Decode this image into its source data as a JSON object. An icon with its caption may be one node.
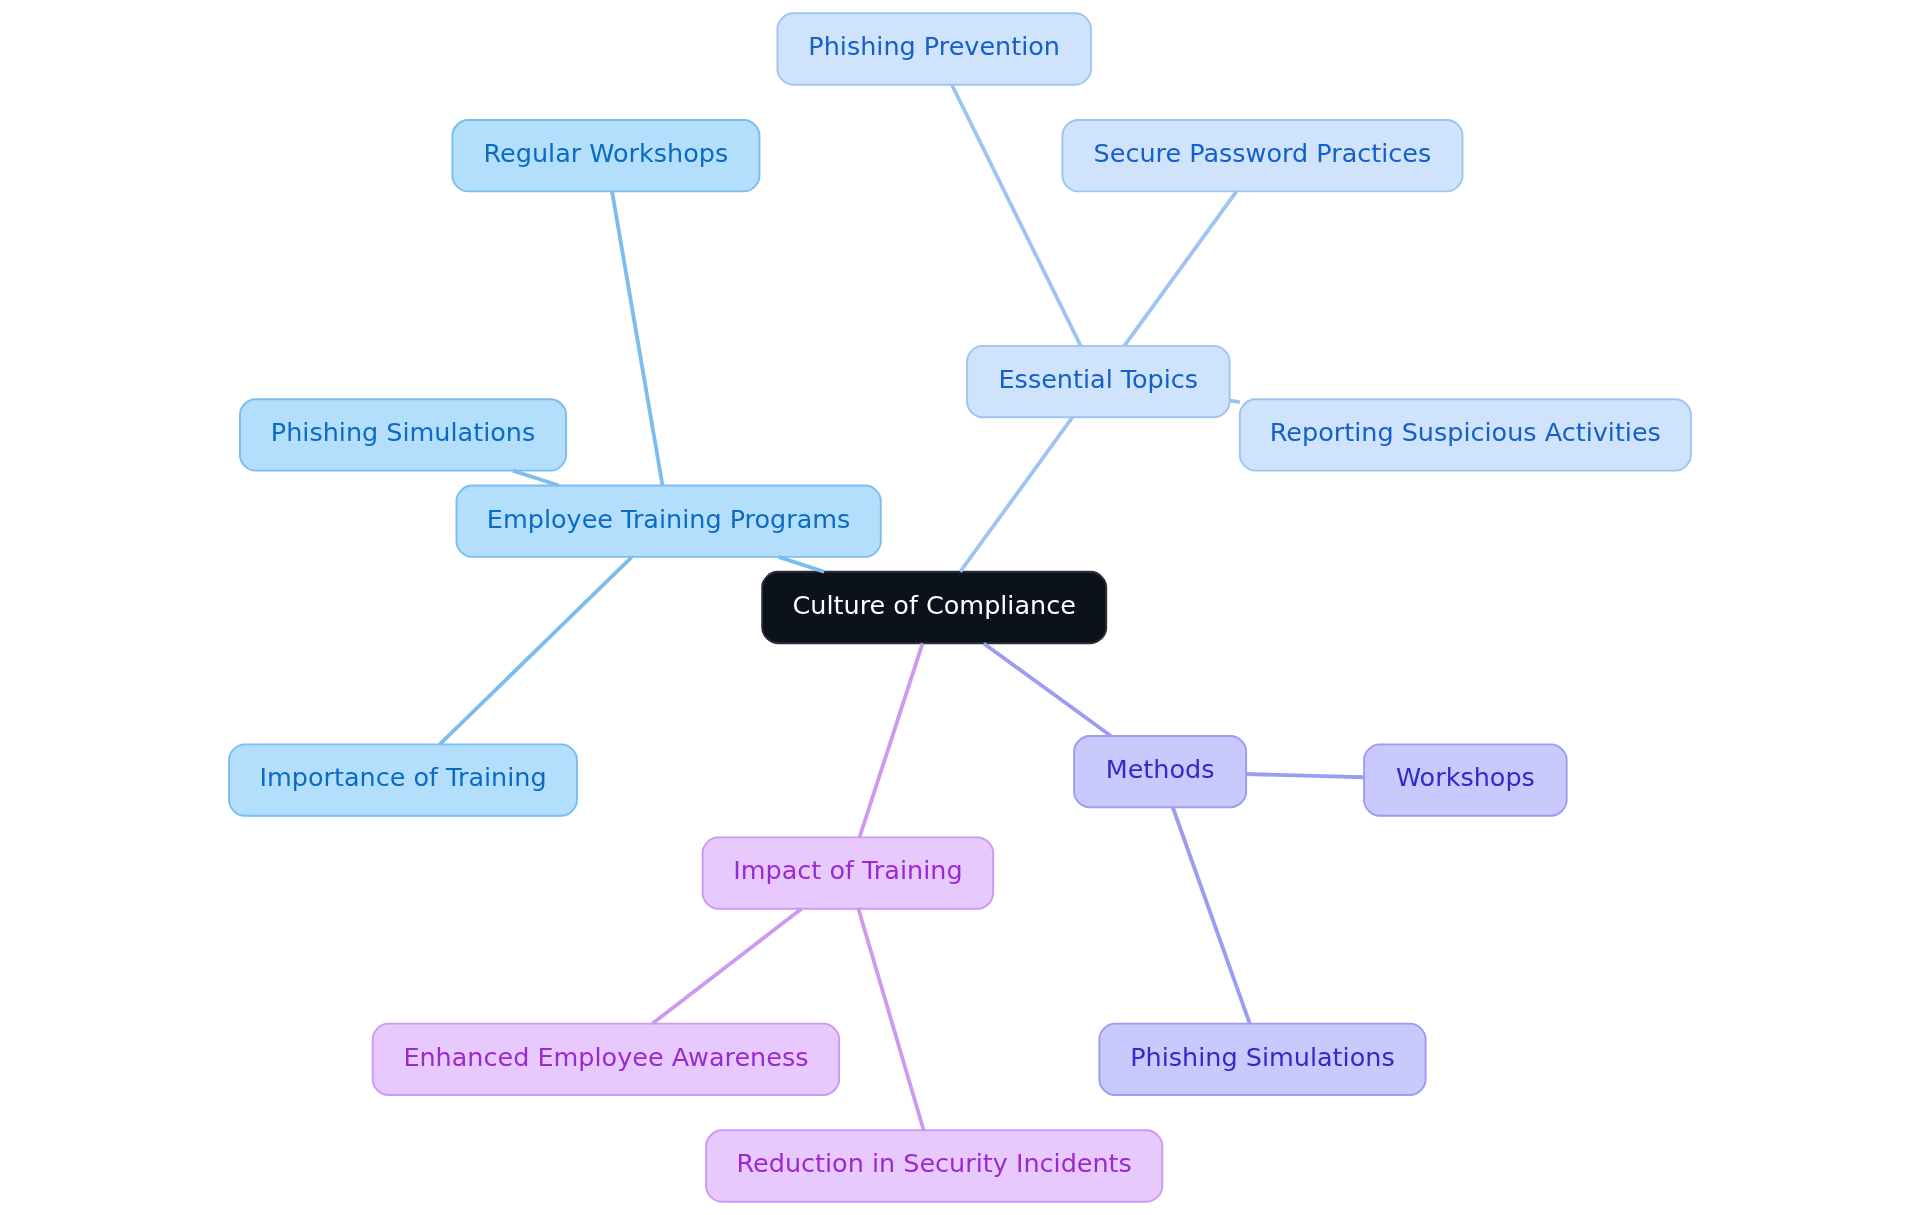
{
  "diagram": {
    "nodes": [
      {
        "text": [
          "Culture of Compliance"
        ]
      },
      {
        "text": [
          "Employee Training Programs"
        ]
      },
      {
        "text": [
          "Phishing Simulations"
        ]
      },
      {
        "text": [
          "Regular Workshops"
        ]
      },
      {
        "text": [
          "Importance of Training"
        ]
      },
      {
        "text": [
          "Essential Topics"
        ]
      },
      {
        "text": [
          "Phishing Prevention"
        ]
      },
      {
        "text": [
          "Secure Password Practices"
        ]
      },
      {
        "text": [
          "Reporting Suspicious Activities"
        ]
      },
      {
        "text": [
          "Methods"
        ]
      },
      {
        "text": [
          "Workshops"
        ]
      },
      {
        "text": [
          "Phishing Simulations"
        ]
      },
      {
        "text": [
          "Impact of Training"
        ]
      },
      {
        "text": [
          "Enhanced Employee Awareness"
        ]
      },
      {
        "text": [
          "Reduction in Security Incidents"
        ]
      }
    ],
    "edges": [
      {
        "from": 0,
        "to": 1,
        "arrow": "none",
        "color": "#7cbdee"
      },
      {
        "from": 1,
        "to": 2,
        "arrow": "none",
        "color": "#7cbdee"
      },
      {
        "from": 1,
        "to": 3,
        "arrow": "none",
        "color": "#7cbdee"
      },
      {
        "from": 1,
        "to": 4,
        "arrow": "none",
        "color": "#7cbdee"
      },
      {
        "from": 0,
        "to": 5,
        "arrow": "none",
        "color": "#9ec5f2"
      },
      {
        "from": 5,
        "to": 6,
        "arrow": "none",
        "color": "#9ec5f2"
      },
      {
        "from": 5,
        "to": 7,
        "arrow": "none",
        "color": "#9ec5f2"
      },
      {
        "from": 5,
        "to": 8,
        "arrow": "none",
        "color": "#9ec5f2"
      },
      {
        "from": 0,
        "to": 9,
        "arrow": "none",
        "color": "#9c9cf2"
      },
      {
        "from": 9,
        "to": 10,
        "arrow": "none",
        "color": "#9c9cf2"
      },
      {
        "from": 9,
        "to": 11,
        "arrow": "none",
        "color": "#9c9cf2"
      },
      {
        "from": 0,
        "to": 12,
        "arrow": "none",
        "color": "#cc9af0"
      },
      {
        "from": 12,
        "to": 13,
        "arrow": "none",
        "color": "#cc9af0"
      },
      {
        "from": 12,
        "to": 14,
        "arrow": "none",
        "color": "#cc9af0"
      }
    ]
  }
}
